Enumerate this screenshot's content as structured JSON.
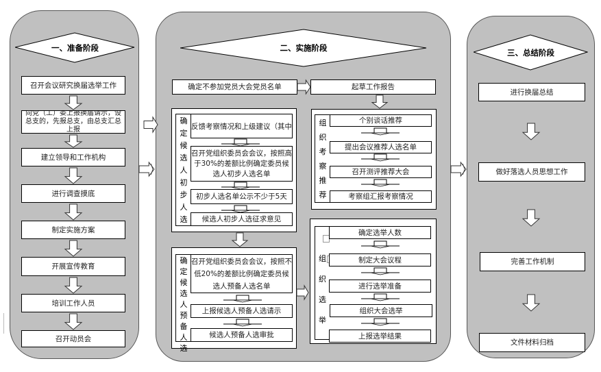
{
  "stages": [
    {
      "title": "一、准备阶段",
      "steps": [
        "召开会议研究换届选举工作",
        "向党（工）委上报换届请示，设总支的，先报总支，由总支汇总上报",
        "建立领导和工作机构",
        "进行调查摸底",
        "制定实施方案",
        "开展宣传教育",
        "培训工作人员",
        "召开动员会"
      ]
    },
    {
      "title": "二、实施阶段",
      "top_left": "确定不参加党员大会党员名单",
      "top_right": "起草工作报告",
      "group_candidates_initial": {
        "label": "确定候选人初步人选",
        "steps": [
          "反馈考察情况和上级建议（其中",
          "召开党组织委员会会议，按照高于30%的差额比例确定委员候选人初步人选名单",
          "初步人选名单公示不少于5天",
          "候选人初步人选征求意见"
        ]
      },
      "group_org_recommend": {
        "label": "组织考察推荐",
        "steps": [
          "个别谈话推荐",
          "提出会议推荐人选名单",
          "召开测评推荐大会",
          "考察组汇报考察情况"
        ]
      },
      "group_candidates_prepared": {
        "label": "确定候选人预备人选",
        "steps": [
          "召开党组织委员会会议，按照不低20%的差额比例确定委员候选人预备人选名单",
          "上报候选人预备人选请示",
          "候选人预备人选审批"
        ]
      },
      "group_org_election": {
        "label": "组织选举",
        "steps": [
          "确定选举人数",
          "制定大会议程",
          "进行选举准备",
          "组织大会选举",
          "上报选举结果"
        ]
      }
    },
    {
      "title": "三、总结阶段",
      "steps": [
        "进行换届总结",
        "做好落选人员思想工作",
        "完善工作机制",
        "文件材料归档"
      ]
    }
  ]
}
